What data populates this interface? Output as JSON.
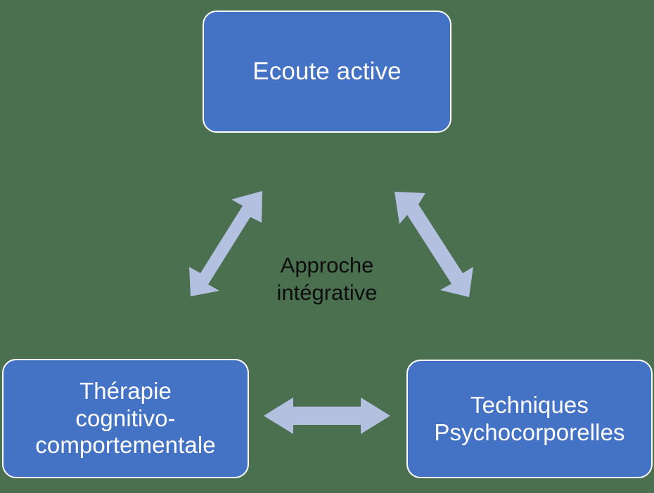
{
  "diagram": {
    "title": "Approche integrative - triangle de modalites therapeutiques",
    "background_color": "#4a7050",
    "center": {
      "text": "Approche\nintégrative",
      "color": "#0d0d0d"
    },
    "nodes": [
      {
        "id": "ecoute-active",
        "label": "Ecoute active",
        "fill_color": "#4472c4",
        "border_color": "#ffffff",
        "text_color": "#ffffff",
        "position": "top"
      },
      {
        "id": "therapie-cognitivo-comportementale",
        "label": "Thérapie\ncognitivo-\ncomportementale",
        "fill_color": "#4472c4",
        "border_color": "#ffffff",
        "text_color": "#ffffff",
        "position": "bottom-left"
      },
      {
        "id": "techniques-psychocorporelles",
        "label": "Techniques\nPsychocorporelles",
        "fill_color": "#4472c4",
        "border_color": "#ffffff",
        "text_color": "#ffffff",
        "position": "bottom-right"
      }
    ],
    "connectors": [
      {
        "id": "arrow-top-left",
        "from": "therapie-cognitivo-comportementale",
        "to": "ecoute-active",
        "style": "double-headed",
        "orientation": "diagonal-up-right",
        "color": "#b4c0e0"
      },
      {
        "id": "arrow-top-right",
        "from": "ecoute-active",
        "to": "techniques-psychocorporelles",
        "style": "double-headed",
        "orientation": "diagonal-down-right",
        "color": "#b4c0e0"
      },
      {
        "id": "arrow-bottom",
        "from": "therapie-cognitivo-comportementale",
        "to": "techniques-psychocorporelles",
        "style": "double-headed",
        "orientation": "horizontal",
        "color": "#b4c0e0"
      }
    ]
  }
}
